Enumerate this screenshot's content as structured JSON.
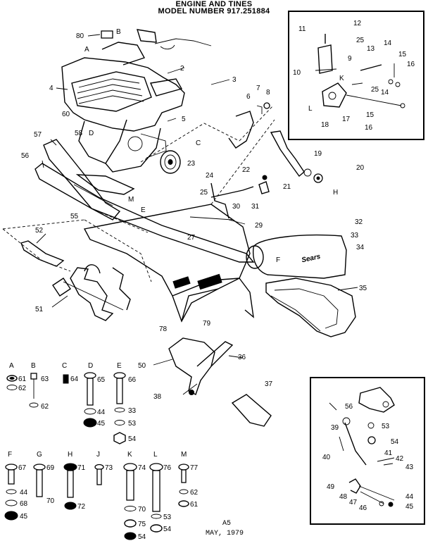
{
  "header": {
    "line1": "ENGINE AND TINES",
    "line2": "MODEL NUMBER 917.251884"
  },
  "callouts": {
    "main": [
      "80",
      "B",
      "A",
      "2",
      "3",
      "4",
      "60",
      "5",
      "6",
      "7",
      "8",
      "57",
      "58",
      "D",
      "C",
      "23",
      "22",
      "24",
      "25",
      "30",
      "31",
      "19",
      "20",
      "21",
      "H",
      "E",
      "M",
      "55",
      "56",
      "52",
      "29",
      "27",
      "32",
      "33",
      "34",
      "F",
      "35",
      "51",
      "78",
      "79",
      "50",
      "36",
      "37",
      "38"
    ],
    "sears_label": "Sears"
  },
  "inset_top": {
    "labels": [
      "11",
      "12",
      "25",
      "9",
      "13",
      "14",
      "15",
      "16",
      "10",
      "K",
      "25",
      "14",
      "L",
      "18",
      "17",
      "15",
      "16"
    ]
  },
  "inset_bottom": {
    "labels": [
      "56",
      "39",
      "53",
      "54",
      "41",
      "40",
      "42",
      "43",
      "49",
      "48",
      "47",
      "46",
      "44",
      "45"
    ]
  },
  "hardware": {
    "groups": [
      {
        "letter": "A",
        "parts": [
          "61",
          "62"
        ]
      },
      {
        "letter": "B",
        "parts": [
          "63",
          "62"
        ]
      },
      {
        "letter": "C",
        "parts": [
          "64"
        ]
      },
      {
        "letter": "D",
        "parts": [
          "65",
          "44",
          "45"
        ]
      },
      {
        "letter": "E",
        "parts": [
          "66",
          "33",
          "53",
          "54"
        ]
      },
      {
        "letter": "F",
        "parts": [
          "67",
          "44",
          "68",
          "45"
        ]
      },
      {
        "letter": "G",
        "parts": [
          "69",
          "70"
        ]
      },
      {
        "letter": "H",
        "parts": [
          "71",
          "72"
        ]
      },
      {
        "letter": "J",
        "parts": [
          "73"
        ]
      },
      {
        "letter": "K",
        "parts": [
          "74",
          "70",
          "75",
          "54"
        ]
      },
      {
        "letter": "L",
        "parts": [
          "76",
          "53",
          "54"
        ]
      },
      {
        "letter": "M",
        "parts": [
          "77",
          "62",
          "61"
        ]
      }
    ]
  },
  "footer": {
    "page": "A5",
    "date": "MAY, 1979"
  }
}
